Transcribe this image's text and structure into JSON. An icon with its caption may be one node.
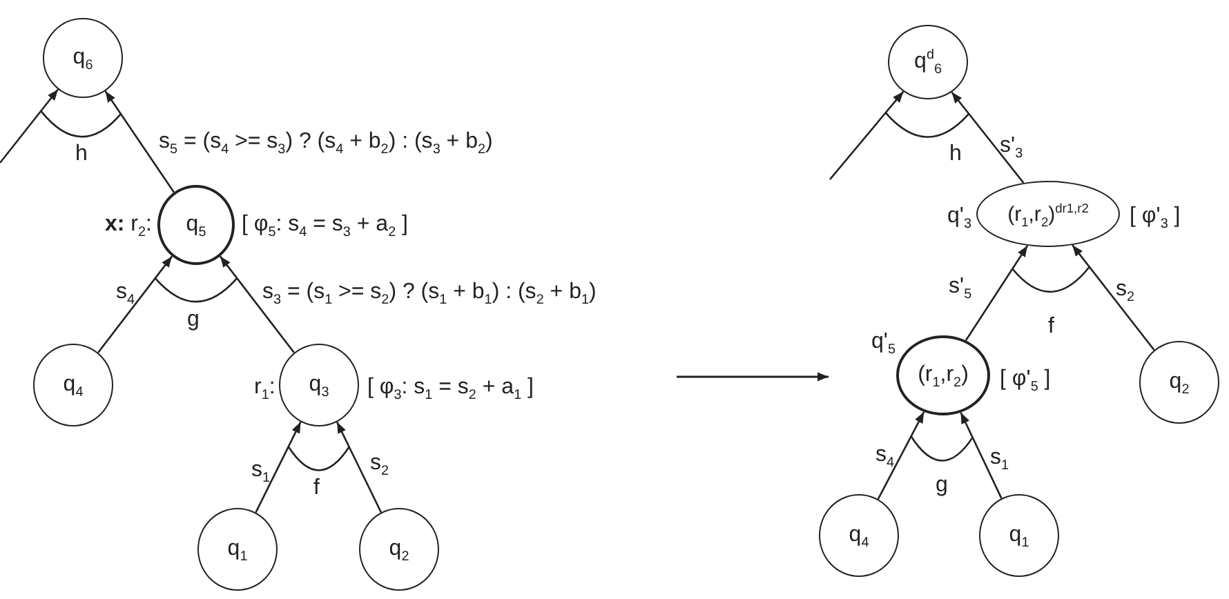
{
  "diagram": {
    "nodes": [
      {
        "text": [
          "q$_{6}$"
        ]
      },
      {
        "text": [
          "q$_{5}$"
        ],
        "beside": [
          "**x:** r$_{2}$:",
          "[ φ$_{5}$: s$_{4}$ = s$_{3}$ + a$_{2}$ ]"
        ]
      },
      {
        "text": [
          "q$_{4}$"
        ]
      },
      {
        "text": [
          "q$_{3}$"
        ],
        "beside": [
          "r$_{1}$:",
          "[ φ$_{3}$: s$_{1}$ = s$_{2}$ + a$_{1}$ ]"
        ]
      },
      {
        "text": [
          "q$_{1}$"
        ]
      },
      {
        "text": [
          "q$_{2}$"
        ]
      },
      {
        "text": [
          "q$^{d}$$_{6}$"
        ]
      },
      {
        "text": [
          "(r$_{1}$,r$_{2}$)$^{dr1,r2}$"
        ],
        "beside": [
          "q'$_{3}$",
          "[ φ'$_{3}$ ]"
        ]
      },
      {
        "text": [
          "(r$_{1}$,r$_{2}$)"
        ],
        "beside": [
          "q'$_{5}$",
          "[ φ'$_{5}$ ]"
        ]
      },
      {
        "text": [
          "q$_{2}$"
        ]
      },
      {
        "text": [
          "q$_{4}$"
        ]
      },
      {
        "text": [
          "q$_{1}$"
        ]
      }
    ],
    "edges": [
      {
        "from": null,
        "to": 0,
        "arrow": "to"
      },
      {
        "from": 1,
        "to": 0,
        "arrow": "to",
        "label": "s$_{5}$ = (s$_{4}$ >= s$_{3}$) ? (s$_{4}$ + b$_{2}$) : (s$_{3}$ + b$_{2}$)"
      },
      {
        "from": 2,
        "to": 1,
        "arrow": "to",
        "label": "s$_{4}$"
      },
      {
        "from": 3,
        "to": 1,
        "arrow": "to",
        "label": "s$_{3}$ = (s$_{1}$ >= s$_{2}$) ? (s$_{1}$ + b$_{1}$) : (s$_{2}$ + b$_{1}$)"
      },
      {
        "from": 4,
        "to": 3,
        "arrow": "to",
        "label": "s$_{1}$"
      },
      {
        "from": 5,
        "to": 3,
        "arrow": "to",
        "label": "s$_{2}$"
      },
      {
        "from": null,
        "to": 6,
        "arrow": "to"
      },
      {
        "from": 7,
        "to": 6,
        "arrow": "to",
        "label": "s'$_{3}$"
      },
      {
        "from": 8,
        "to": 7,
        "arrow": "to",
        "label": "s'$_{5}$"
      },
      {
        "from": 9,
        "to": 7,
        "arrow": "to",
        "label": "s$_{2}$"
      },
      {
        "from": 10,
        "to": 8,
        "arrow": "to",
        "label": "s$_{4}$"
      },
      {
        "from": 11,
        "to": 8,
        "arrow": "to",
        "label": "s$_{1}$"
      }
    ],
    "labels": [
      "h",
      "g",
      "f",
      "h",
      "f",
      "g"
    ]
  }
}
